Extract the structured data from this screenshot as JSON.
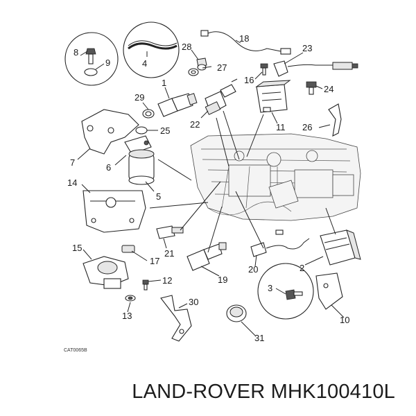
{
  "diagram": {
    "catalog_code": "CAT0065B",
    "part_label": "LAND-ROVER MHK100410L",
    "callouts": [
      "1",
      "2",
      "3",
      "4",
      "5",
      "6",
      "7",
      "8",
      "9",
      "10",
      "11",
      "12",
      "13",
      "14",
      "15",
      "16",
      "17",
      "18",
      "19",
      "20",
      "21",
      "22",
      "23",
      "24",
      "25",
      "26",
      "27",
      "28",
      "29",
      "30",
      "31"
    ]
  }
}
